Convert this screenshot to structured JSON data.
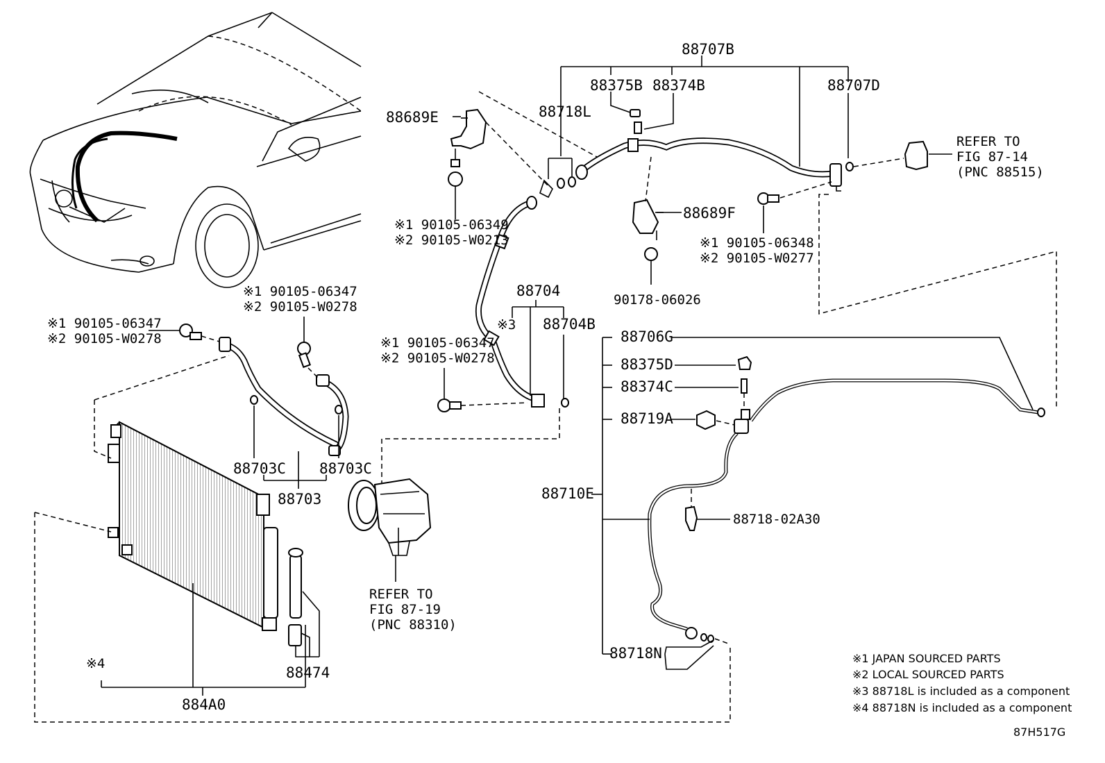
{
  "labels": {
    "p88707B": "88707B",
    "p88375B": "88375B",
    "p88374B": "88374B",
    "p88707D": "88707D",
    "p88689E": "88689E",
    "p88718L": "88718L",
    "refer_a_1": "REFER TO",
    "refer_a_2": "FIG 87-14",
    "refer_a_3": "(PNC 88515)",
    "b1_1": "※1 90105-06349",
    "b1_2": "※2 90105-W0213",
    "p88689F": "88689F",
    "b2_1": "※1 90105-06348",
    "b2_2": "※2 90105-W0277",
    "p90178": "90178-06026",
    "b3_1": "※1 90105-06347",
    "b3_2": "※2 90105-W0278",
    "b4_1": "※1 90105-06347",
    "b4_2": "※2 90105-W0278",
    "p88704": "88704",
    "x3": "※3",
    "p88704B": "88704B",
    "b5_1": "※1 90105-06347",
    "b5_2": "※2 90105-W0278",
    "p88706G": "88706G",
    "p88375D": "88375D",
    "p88374C": "88374C",
    "p88719A": "88719A",
    "p88703C_l": "88703C",
    "p88703C_r": "88703C",
    "p88703": "88703",
    "p88710E": "88710E",
    "p8871802A30": "88718-02A30",
    "refer_b_1": "REFER TO",
    "refer_b_2": "FIG 87-19",
    "refer_b_3": "(PNC 88310)",
    "x4": "※4",
    "p88474": "88474",
    "p884A0": "884A0",
    "p88718N": "88718N",
    "code": "87H517G"
  },
  "notes": [
    "※1 JAPAN SOURCED PARTS",
    "※2 LOCAL SOURCED PARTS",
    "※3 88718L is included as a component",
    "※4 88718N is included as a component"
  ]
}
